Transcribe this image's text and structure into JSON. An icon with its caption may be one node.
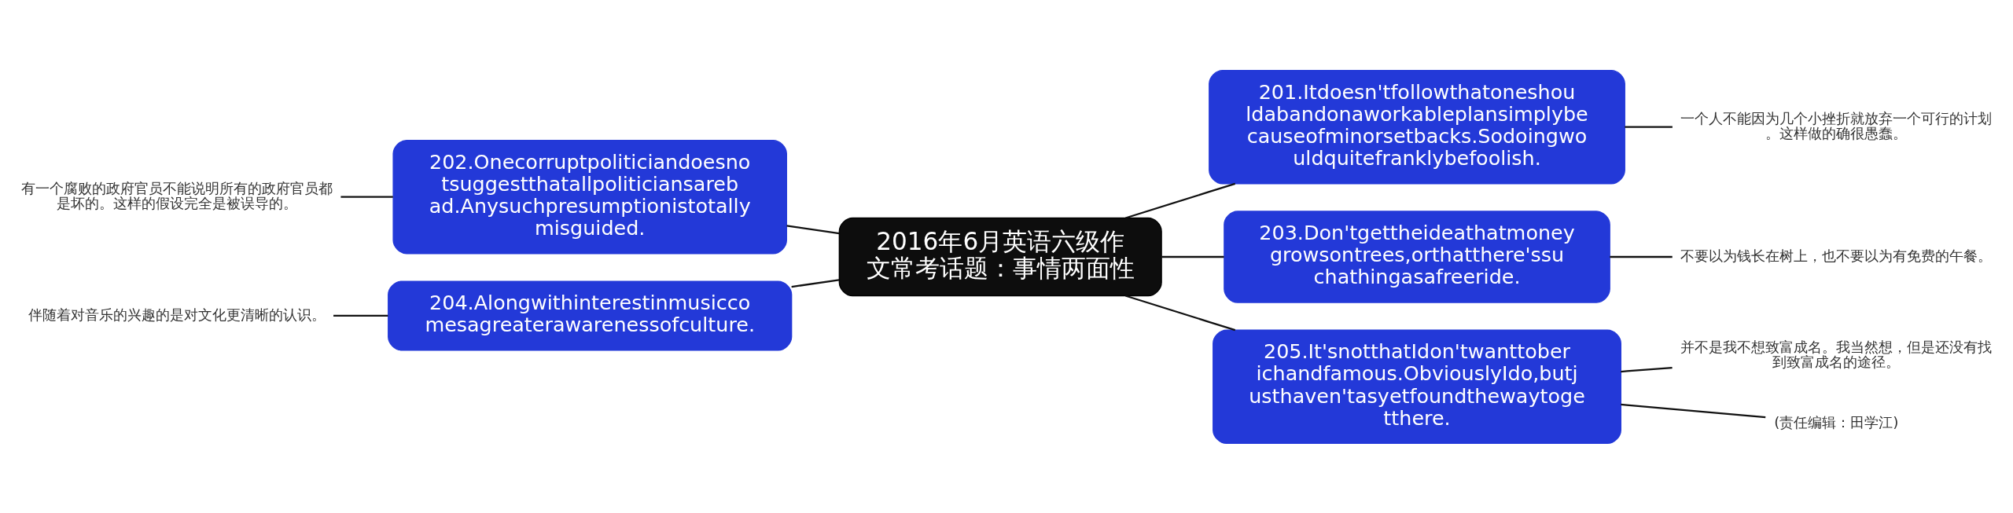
{
  "diagram": {
    "nodes": [
      {
        "text": [
          "2016年6月英语六级作文常考话题：事情两面性"
        ]
      },
      {
        "text": [
          "202.Onecorruptpoliticiandoesnotsuggestthatallpoliticiansarebad.Anysuchpresumptionistotallymisguided."
        ]
      },
      {
        "text": [
          "204.Alongwithinterestinmusiccomesagreaterawarenessofculture."
        ]
      },
      {
        "text": [
          "201.Itdoesn'tfollowthatoneshouldabandonaworkableplansimplybecauseofminorsetbacks.Sodoingwouldquitefranklybefoolish."
        ]
      },
      {
        "text": [
          "203.Don'tgettheideathatmoneygrowsontrees,orthatthere'ssuchathingasafreeride."
        ]
      },
      {
        "text": [
          "205.It'snotthatIdon'twanttoberichandfamous.ObviouslyIdo,butjusthaven'tasyetfoundthewaytogetthere."
        ]
      },
      {
        "text": [
          "有一个腐败的政府官员不能说明所有的政府官员都是坏的。这样的假设完全是被误导的。"
        ]
      },
      {
        "text": [
          "伴随着对音乐的兴趣的是对文化更清晰的认识。"
        ]
      },
      {
        "text": [
          "一个人不能因为几个小挫折就放弃一个可行的计划。这样做的确很愚蠢。"
        ]
      },
      {
        "text": [
          "不要以为钱长在树上，也不要以为有免费的午餐。"
        ]
      },
      {
        "text": [
          "并不是我不想致富成名。我当然想，但是还没有找到致富成名的途径。"
        ]
      },
      {
        "text": [
          "(责任编辑：田学江)"
        ]
      }
    ],
    "edges": [
      {
        "from": 6,
        "to": 1,
        "arrow": "none"
      },
      {
        "from": 7,
        "to": 2,
        "arrow": "none"
      },
      {
        "from": 1,
        "to": 0,
        "arrow": "none"
      },
      {
        "from": 2,
        "to": 0,
        "arrow": "none"
      },
      {
        "from": 0,
        "to": 3,
        "arrow": "none"
      },
      {
        "from": 0,
        "to": 4,
        "arrow": "none"
      },
      {
        "from": 0,
        "to": 5,
        "arrow": "none"
      },
      {
        "from": 3,
        "to": 8,
        "arrow": "none"
      },
      {
        "from": 4,
        "to": 9,
        "arrow": "none"
      },
      {
        "from": 5,
        "to": 10,
        "arrow": "none"
      },
      {
        "from": 5,
        "to": 11,
        "arrow": "none"
      }
    ]
  }
}
